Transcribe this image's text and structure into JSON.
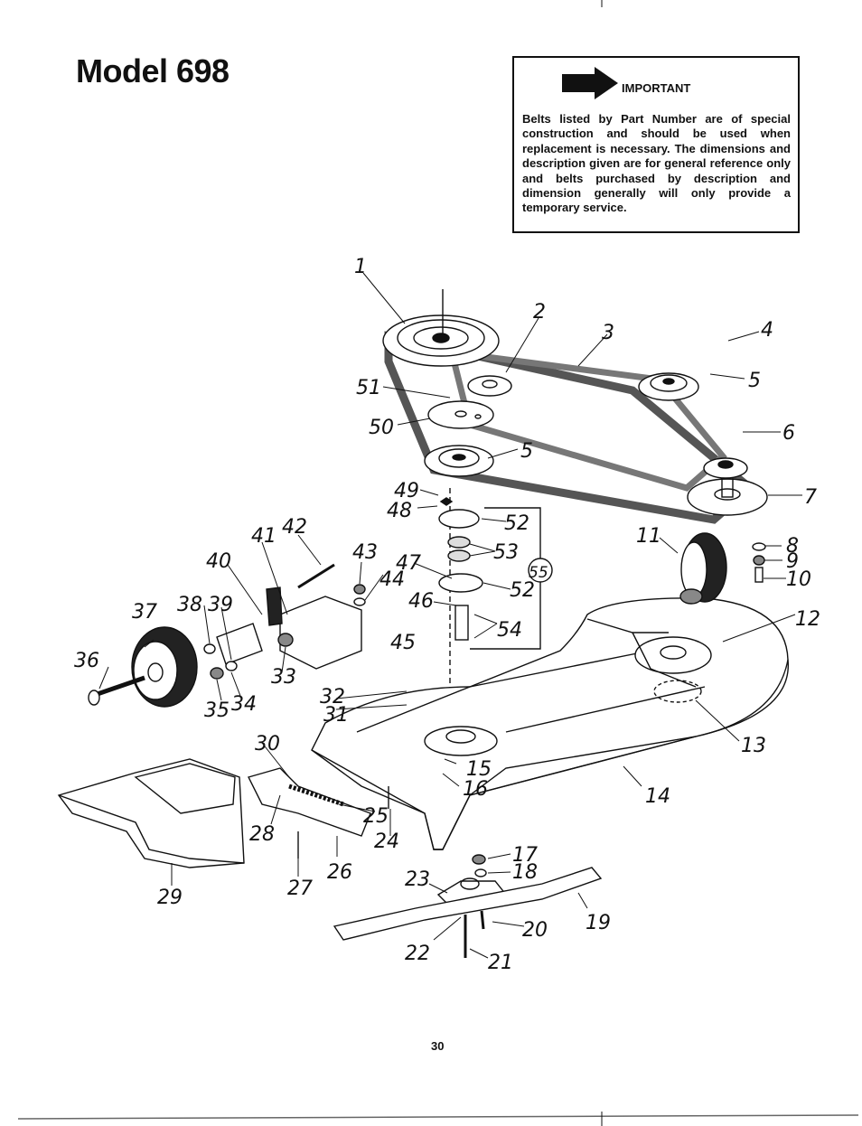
{
  "page": {
    "title": "Model 698",
    "page_number": "30"
  },
  "notice": {
    "icon": "right-arrow-icon",
    "heading": "IMPORTANT",
    "body": "Belts listed by Part Number are of special construction and should be used when replacement is necessary. The dimensions and description given are for general reference only and belts purchased by description and dimension generally will only provide a temporary service."
  },
  "callouts": [
    "1",
    "2",
    "3",
    "4",
    "5",
    "5",
    "6",
    "7",
    "8",
    "9",
    "10",
    "11",
    "12",
    "13",
    "14",
    "15",
    "16",
    "17",
    "18",
    "19",
    "20",
    "21",
    "22",
    "23",
    "24",
    "25",
    "26",
    "27",
    "28",
    "29",
    "30",
    "31",
    "32",
    "33",
    "34",
    "35",
    "36",
    "37",
    "38",
    "39",
    "40",
    "41",
    "42",
    "43",
    "44",
    "45",
    "46",
    "47",
    "48",
    "49",
    "50",
    "51",
    "52",
    "52",
    "53",
    "54",
    "55"
  ]
}
